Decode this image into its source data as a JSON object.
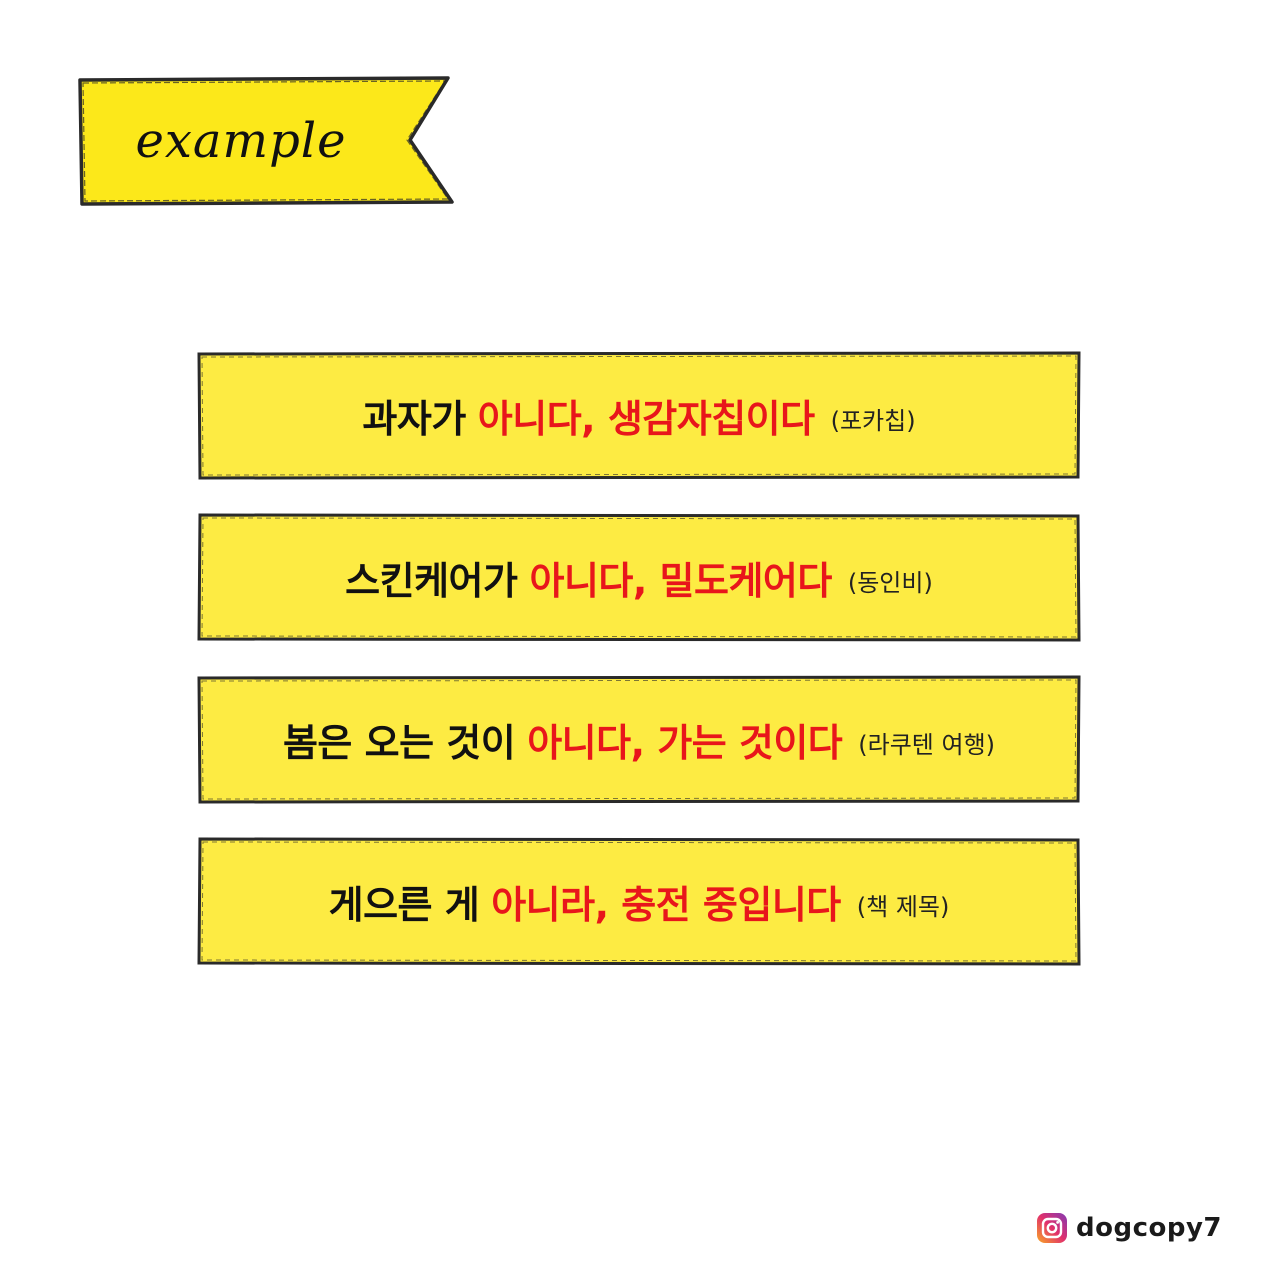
{
  "banner": {
    "label": "example",
    "fill_color": "#fce81a",
    "stroke_color": "#2a2a2a"
  },
  "strips": [
    {
      "black_text": "과자가",
      "red_text": "아니다, 생감자칩이다",
      "source": "(포카칩)"
    },
    {
      "black_text": "스킨케어가",
      "red_text": "아니다, 밀도케어다",
      "source": "(동인비)"
    },
    {
      "black_text": "봄은 오는 것이",
      "red_text": "아니다, 가는 것이다",
      "source": "(라쿠텐 여행)"
    },
    {
      "black_text": "게으른 게",
      "red_text": "아니라, 충전 중입니다",
      "source": "(책 제목)"
    }
  ],
  "strip_style": {
    "fill_color": "#fdeb43",
    "black_color": "#111111",
    "red_color": "#e8161b"
  },
  "footer": {
    "icon": "instagram-icon",
    "handle": "dogcopy7"
  }
}
